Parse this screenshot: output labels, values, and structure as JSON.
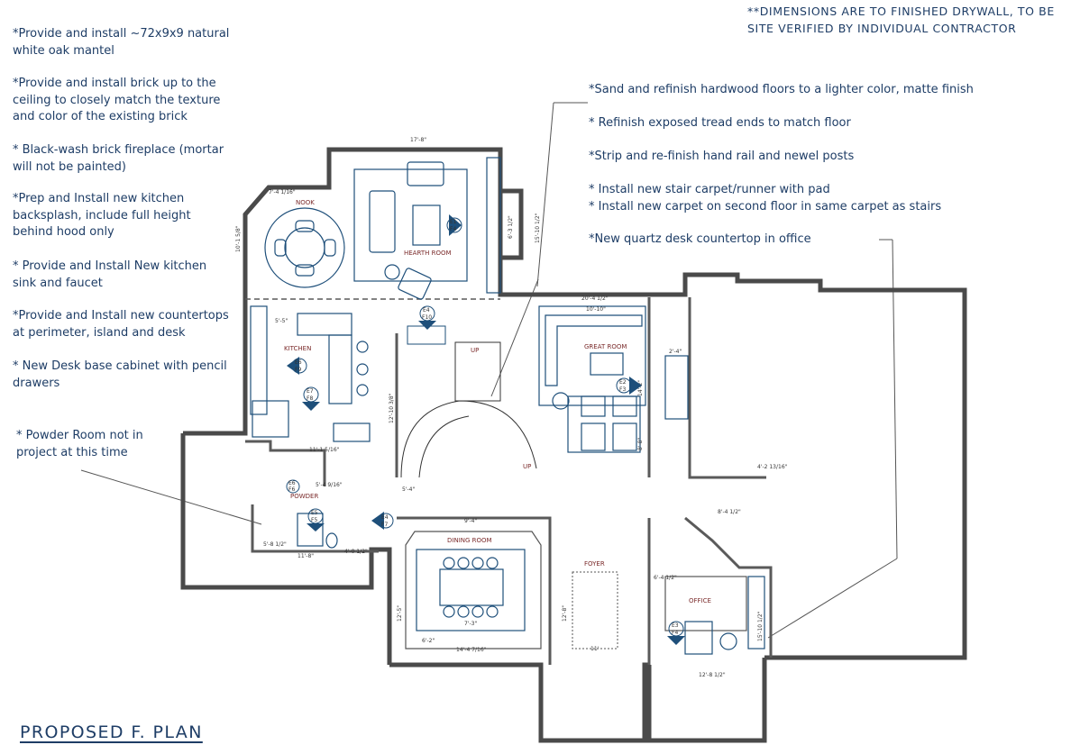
{
  "left_notes": [
    "*Provide and install ~72x9x9 natural\nwhite oak mantel",
    "*Provide and install brick up to the\nceiling to closely match the texture\nand color of the existing brick",
    "* Black-wash brick fireplace (mortar\nwill not be painted)",
    "*Prep and Install new kitchen\nbacksplash, include full height\nbehind hood only",
    "* Provide and Install New kitchen\nsink and faucet",
    "*Provide and Install new countertops\nat perimeter, island and desk",
    "* New Desk base cabinet with pencil\ndrawers"
  ],
  "powder_note": "* Powder Room not in\nproject at this time",
  "header_note": "**DIMENSIONS ARE TO FINISHED DRYWALL, TO BE\nSITE VERIFIED BY INDIVIDUAL CONTRACTOR",
  "right_notes": [
    "*Sand and refinish hardwood floors to a lighter color, matte finish",
    "* Refinish exposed tread ends to match floor",
    "*Strip and re-finish hand rail and newel posts",
    "* Install new stair carpet/runner with pad\n* Install new carpet on second floor in same carpet as stairs",
    "*New quartz desk countertop in office"
  ],
  "plan_title": "PROPOSED F. PLAN",
  "rooms": {
    "nook": "NOOK",
    "hearth": "HEARTH ROOM",
    "kitchen": "KITCHEN",
    "great": "GREAT ROOM",
    "dining": "DINING ROOM",
    "foyer": "FOYER",
    "office": "OFFICE",
    "powder": "POWDER"
  },
  "stair_labels": {
    "up1": "UP",
    "up2": "UP"
  },
  "dimensions": {
    "hearth_width": "17'-8\"",
    "hearth_right": "15'-10 1/2\"",
    "hearth_side": "6'-3 1/2\"",
    "nook_w": "7'-4 1/16\"",
    "nook_l": "10'-1 5/8\"",
    "great_top": "20'-4 1/2\"",
    "great_inner": "10'-10\"",
    "great_side": "2'-4\"",
    "dining_top": "9'-4\"",
    "dining_bottom": "14'-4 7/16\"",
    "dining_left": "12'-5\"",
    "dining_inner": "7'-3\"",
    "dining_inner2": "6'-2\"",
    "foyer_side": "12'-8\"",
    "office_bottom": "12'-8 1/2\"",
    "office_top": "6'-4 1/2\"",
    "right_dim": "4'-2 13/16\"",
    "right_dim2": "8'-4 1/2\"",
    "kit_dim": "5'-5\"",
    "kit_dim2": "11'-1 5/16\"",
    "powder_w": "11'-8\"",
    "powder_d": "4'-0 1/2\"",
    "powder_l": "5'-8 1/2\"",
    "bath_dim": "5'-4 9/16\"",
    "hall_dim": "5'-4\"",
    "great_dim3": "14'-2\"",
    "great_dim4": "8'-8\"",
    "office_side": "15'-10 1/2\"",
    "foyer_dim": "11'",
    "stair_dim": "12'-10 3/8\""
  },
  "elevation_tags": [
    {
      "id": "E1",
      "ref": "F4"
    },
    {
      "id": "E4",
      "ref": "F10"
    },
    {
      "id": "E6",
      "ref": "F9"
    },
    {
      "id": "E7",
      "ref": "F8"
    },
    {
      "id": "E2",
      "ref": "F3"
    },
    {
      "id": "E6",
      "ref": "F6"
    },
    {
      "id": "E5",
      "ref": "F5"
    },
    {
      "id": "E4",
      "ref": "F7"
    },
    {
      "id": "E3",
      "ref": "F4"
    }
  ],
  "colors": {
    "text": "#1e3d66",
    "wall": "#4a4a4a",
    "furniture": "#1e4f7a",
    "room_label": "#7a2a2a"
  }
}
